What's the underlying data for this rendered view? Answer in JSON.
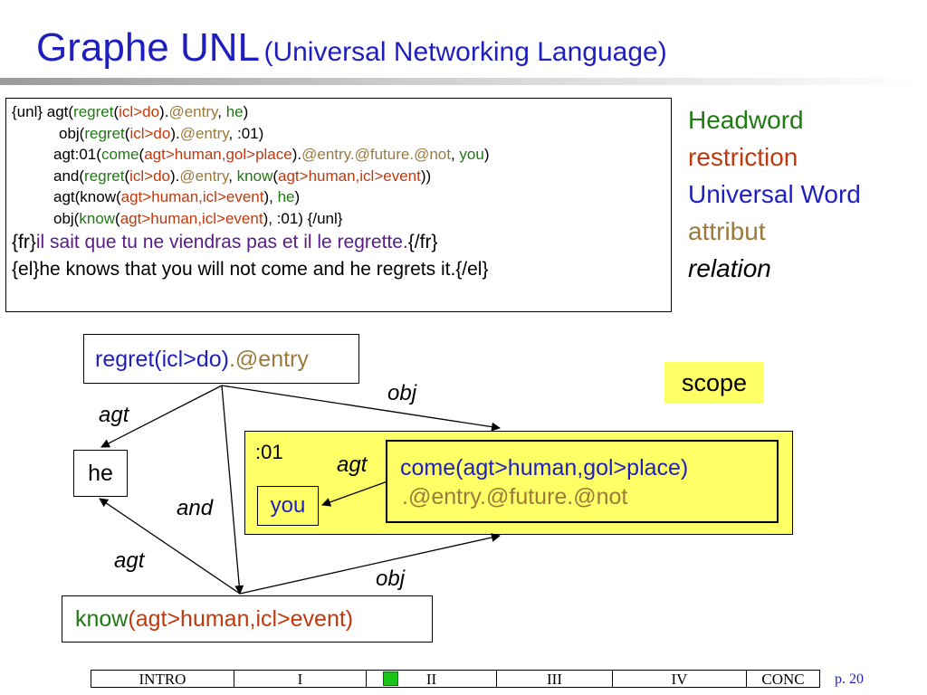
{
  "title": {
    "main": "Graphe UNL",
    "sub": "(Universal Networking Language)"
  },
  "code": {
    "l1": {
      "a": "{unl} agt(",
      "hw": "regret",
      "b": "(",
      "rs": "icl>do",
      "c": ").",
      "at": "@entry",
      "d": ", ",
      "hw2": "he",
      "e": ")"
    },
    "l2": {
      "a": "obj(",
      "hw": "regret",
      "b": "(",
      "rs": "icl>do",
      "c": ").",
      "at": "@entry",
      "d": ", :01)"
    },
    "l3": {
      "a": "agt:01(",
      "hw": "come",
      "b": "(",
      "rs": "agt>human,gol>place",
      "c": ").",
      "at": "@entry.@future.@not",
      "d": ", ",
      "hw2": "you",
      "e": ")"
    },
    "l4": {
      "a": "and(",
      "hw": "regret",
      "b": "(",
      "rs": "icl>do",
      "c": ").",
      "at": "@entry",
      "d": ", ",
      "hw2": "know",
      "e": "(",
      "rs2": "agt>human,icl>event",
      "f": "))"
    },
    "l5": {
      "a": "agt(know(",
      "rs": "agt>human,icl>event",
      "b": "), ",
      "hw": "he",
      "c": ")"
    },
    "l6": {
      "a": "obj(",
      "hw": "know",
      "b": "(",
      "rs": "agt>human,icl>event",
      "c": "), :01) {/unl}"
    },
    "fr": {
      "a": "{fr}",
      "txt": "il sait que tu ne viendras pas et il le regrette.",
      "b": "{/fr}"
    },
    "el": "{el}he knows that you will not come and he regrets it.{/el}"
  },
  "legend": {
    "headword": "Headword",
    "restriction": "restriction",
    "universal_word": "Universal Word",
    "attribut": "attribut",
    "relation": "relation"
  },
  "graph": {
    "regret": {
      "uw": "regret(icl>do)",
      "attr": ".@entry"
    },
    "he": "he",
    "you": "you",
    "scope_id": ":01",
    "come": {
      "uw": "come(agt>human,gol>place)",
      "attr": ".@entry.@future.@not"
    },
    "know": {
      "hw": "know",
      "rs": "(agt>human,icl>event)"
    },
    "scope_tag": "scope",
    "edges": {
      "agt1": "agt",
      "obj1": "obj",
      "agt2": "agt",
      "and": "and",
      "agt3": "agt",
      "obj2": "obj"
    }
  },
  "nav": {
    "items": [
      "INTRO",
      "I",
      "II",
      "III",
      "IV",
      "CONC"
    ],
    "page": "p. 20",
    "active_marker_color": "#19c419"
  },
  "colors": {
    "title": "#1f1fbf",
    "headword": "#1f7a12",
    "restriction": "#c0390e",
    "universal_word": "#1f1fbf",
    "attribut": "#9b7a3c",
    "scope_fill": "#ffff66"
  }
}
